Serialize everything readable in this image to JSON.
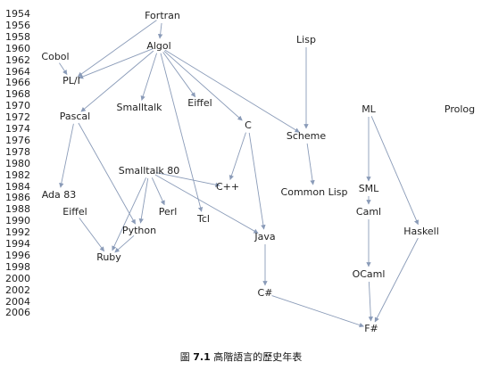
{
  "years": [
    "1954",
    "1956",
    "1958",
    "1960",
    "1962",
    "1964",
    "1966",
    "1968",
    "1970",
    "1972",
    "1974",
    "1976",
    "1978",
    "1980",
    "1982",
    "1984",
    "1986",
    "1988",
    "1990",
    "1992",
    "1994",
    "1996",
    "1998",
    "2000",
    "2002",
    "2004",
    "2006"
  ],
  "languages": [
    {
      "id": "fortran",
      "label": "Fortran"
    },
    {
      "id": "cobol",
      "label": "Cobol"
    },
    {
      "id": "algol",
      "label": "Algol"
    },
    {
      "id": "lisp",
      "label": "Lisp"
    },
    {
      "id": "pli",
      "label": "PL/I"
    },
    {
      "id": "pascal",
      "label": "Pascal"
    },
    {
      "id": "smalltalk",
      "label": "Smalltalk"
    },
    {
      "id": "eiffel-top",
      "label": "Eiffel"
    },
    {
      "id": "c",
      "label": "C"
    },
    {
      "id": "scheme",
      "label": "Scheme"
    },
    {
      "id": "ml",
      "label": "ML"
    },
    {
      "id": "prolog",
      "label": "Prolog"
    },
    {
      "id": "smalltalk80",
      "label": "Smalltalk 80"
    },
    {
      "id": "cpp",
      "label": "C++"
    },
    {
      "id": "commonlisp",
      "label": "Common Lisp"
    },
    {
      "id": "sml",
      "label": "SML"
    },
    {
      "id": "ada83",
      "label": "Ada 83"
    },
    {
      "id": "eiffel",
      "label": "Eiffel"
    },
    {
      "id": "perl",
      "label": "Perl"
    },
    {
      "id": "tcl",
      "label": "Tcl"
    },
    {
      "id": "caml",
      "label": "Caml"
    },
    {
      "id": "python",
      "label": "Python"
    },
    {
      "id": "java",
      "label": "Java"
    },
    {
      "id": "haskell",
      "label": "Haskell"
    },
    {
      "id": "ruby",
      "label": "Ruby"
    },
    {
      "id": "ocaml",
      "label": "OCaml"
    },
    {
      "id": "csharp",
      "label": "C#"
    },
    {
      "id": "fsharp",
      "label": "F#"
    }
  ],
  "edges": [
    [
      "fortran",
      "algol"
    ],
    [
      "fortran",
      "pli"
    ],
    [
      "cobol",
      "pli"
    ],
    [
      "algol",
      "pli"
    ],
    [
      "algol",
      "pascal"
    ],
    [
      "algol",
      "smalltalk"
    ],
    [
      "algol",
      "eiffel-top"
    ],
    [
      "algol",
      "c"
    ],
    [
      "algol",
      "scheme"
    ],
    [
      "algol",
      "tcl"
    ],
    [
      "lisp",
      "scheme"
    ],
    [
      "scheme",
      "commonlisp"
    ],
    [
      "c",
      "cpp"
    ],
    [
      "c",
      "java"
    ],
    [
      "pascal",
      "ada83"
    ],
    [
      "pascal",
      "python"
    ],
    [
      "smalltalk80",
      "cpp"
    ],
    [
      "smalltalk80",
      "java"
    ],
    [
      "smalltalk80",
      "python"
    ],
    [
      "smalltalk80",
      "perl"
    ],
    [
      "smalltalk80",
      "ruby"
    ],
    [
      "eiffel",
      "ruby"
    ],
    [
      "python",
      "ruby"
    ],
    [
      "java",
      "csharp"
    ],
    [
      "csharp",
      "fsharp"
    ],
    [
      "ml",
      "sml"
    ],
    [
      "ml",
      "haskell"
    ],
    [
      "sml",
      "caml"
    ],
    [
      "caml",
      "ocaml"
    ],
    [
      "ocaml",
      "fsharp"
    ],
    [
      "haskell",
      "fsharp"
    ]
  ],
  "caption": {
    "figure": "7.1",
    "prefix": "圖",
    "text": "高階語言的歷史年表"
  },
  "colors": {
    "edge": "#8a9bb8",
    "text": "#222222"
  }
}
